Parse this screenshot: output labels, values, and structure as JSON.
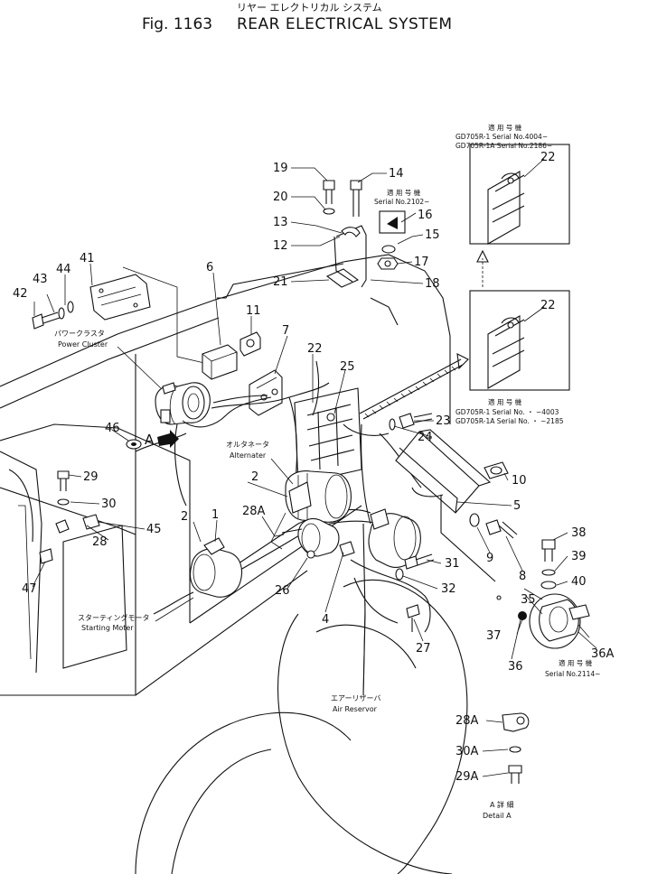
{
  "header": {
    "fig_number": "Fig. 1163",
    "title_jp": "リヤー エレクトリカル システム",
    "title_en": "REAR ELECTRICAL SYSTEM"
  },
  "serial_boxes": {
    "upper": {
      "heading": "適 用 号 機",
      "line1": "GD705R-1   Serial No.4004~",
      "line2": "GD705R-1A  Serial No.2186~"
    },
    "lower": {
      "heading": "適 用 号 機",
      "line1": "GD705R-1   Serial No.  ・ ~4003",
      "line2": "GD705R-1A  Serial No.  ・ ~2185"
    },
    "bracket_note": {
      "heading": "適 用 号 機",
      "line1": "Serial No.2102~"
    },
    "reservoir_note": {
      "heading": "適 用 号 機",
      "line1": "Serial No.2114~"
    }
  },
  "component_labels": {
    "power_cluster_jp": "パワークラスタ",
    "power_cluster_en": "Power Cluster",
    "alternator_jp": "オルタネータ",
    "alternator_en": "Alternater",
    "starting_motor_jp": "スターティングモータ",
    "starting_motor_en": "Starting Moter",
    "air_reservor_jp": "エアーリザーバ",
    "air_reservor_en": "Air Reservor",
    "detail_jp": "A 詳 細",
    "detail_en": "Detail A",
    "view_arrow": "A"
  },
  "callouts": {
    "c1": "1",
    "c2a": "2",
    "c2b": "2",
    "c4": "4",
    "c5": "5",
    "c6": "6",
    "c7": "7",
    "c8": "8",
    "c9": "9",
    "c10": "10",
    "c11": "11",
    "c12": "12",
    "c13": "13",
    "c14": "14",
    "c15": "15",
    "c16": "16",
    "c17": "17",
    "c18": "18",
    "c19": "19",
    "c20": "20",
    "c21": "21",
    "c22a": "22",
    "c22b": "22",
    "c22c": "22",
    "c23": "23",
    "c24": "24",
    "c25": "25",
    "c26": "26",
    "c27": "27",
    "c28": "28",
    "c28a": "28A",
    "c28a_detail": "28A",
    "c29": "29",
    "c29a": "29A",
    "c30": "30",
    "c30a": "30A",
    "c31": "31",
    "c32": "32",
    "c35": "35",
    "c36": "36",
    "c36a": "36A",
    "c37": "37",
    "c38": "38",
    "c39": "39",
    "c40": "40",
    "c41": "41",
    "c42": "42",
    "c43": "43",
    "c44": "44",
    "c45": "45",
    "c46": "46",
    "c47": "47"
  }
}
